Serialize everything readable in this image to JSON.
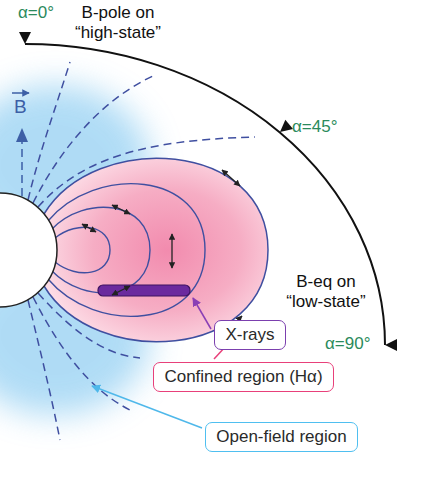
{
  "diagram": {
    "nodes": [
      {
        "text": [
          "X-rays"
        ]
      },
      {
        "text": [
          "Confined region (Hα)"
        ]
      },
      {
        "text": [
          "Open-field region"
        ]
      }
    ],
    "labels": [
      "α=0°",
      "B-pole on “high-state”",
      "B",
      "α=45°",
      "B-eq on “low-state”",
      "α=90°"
    ]
  }
}
